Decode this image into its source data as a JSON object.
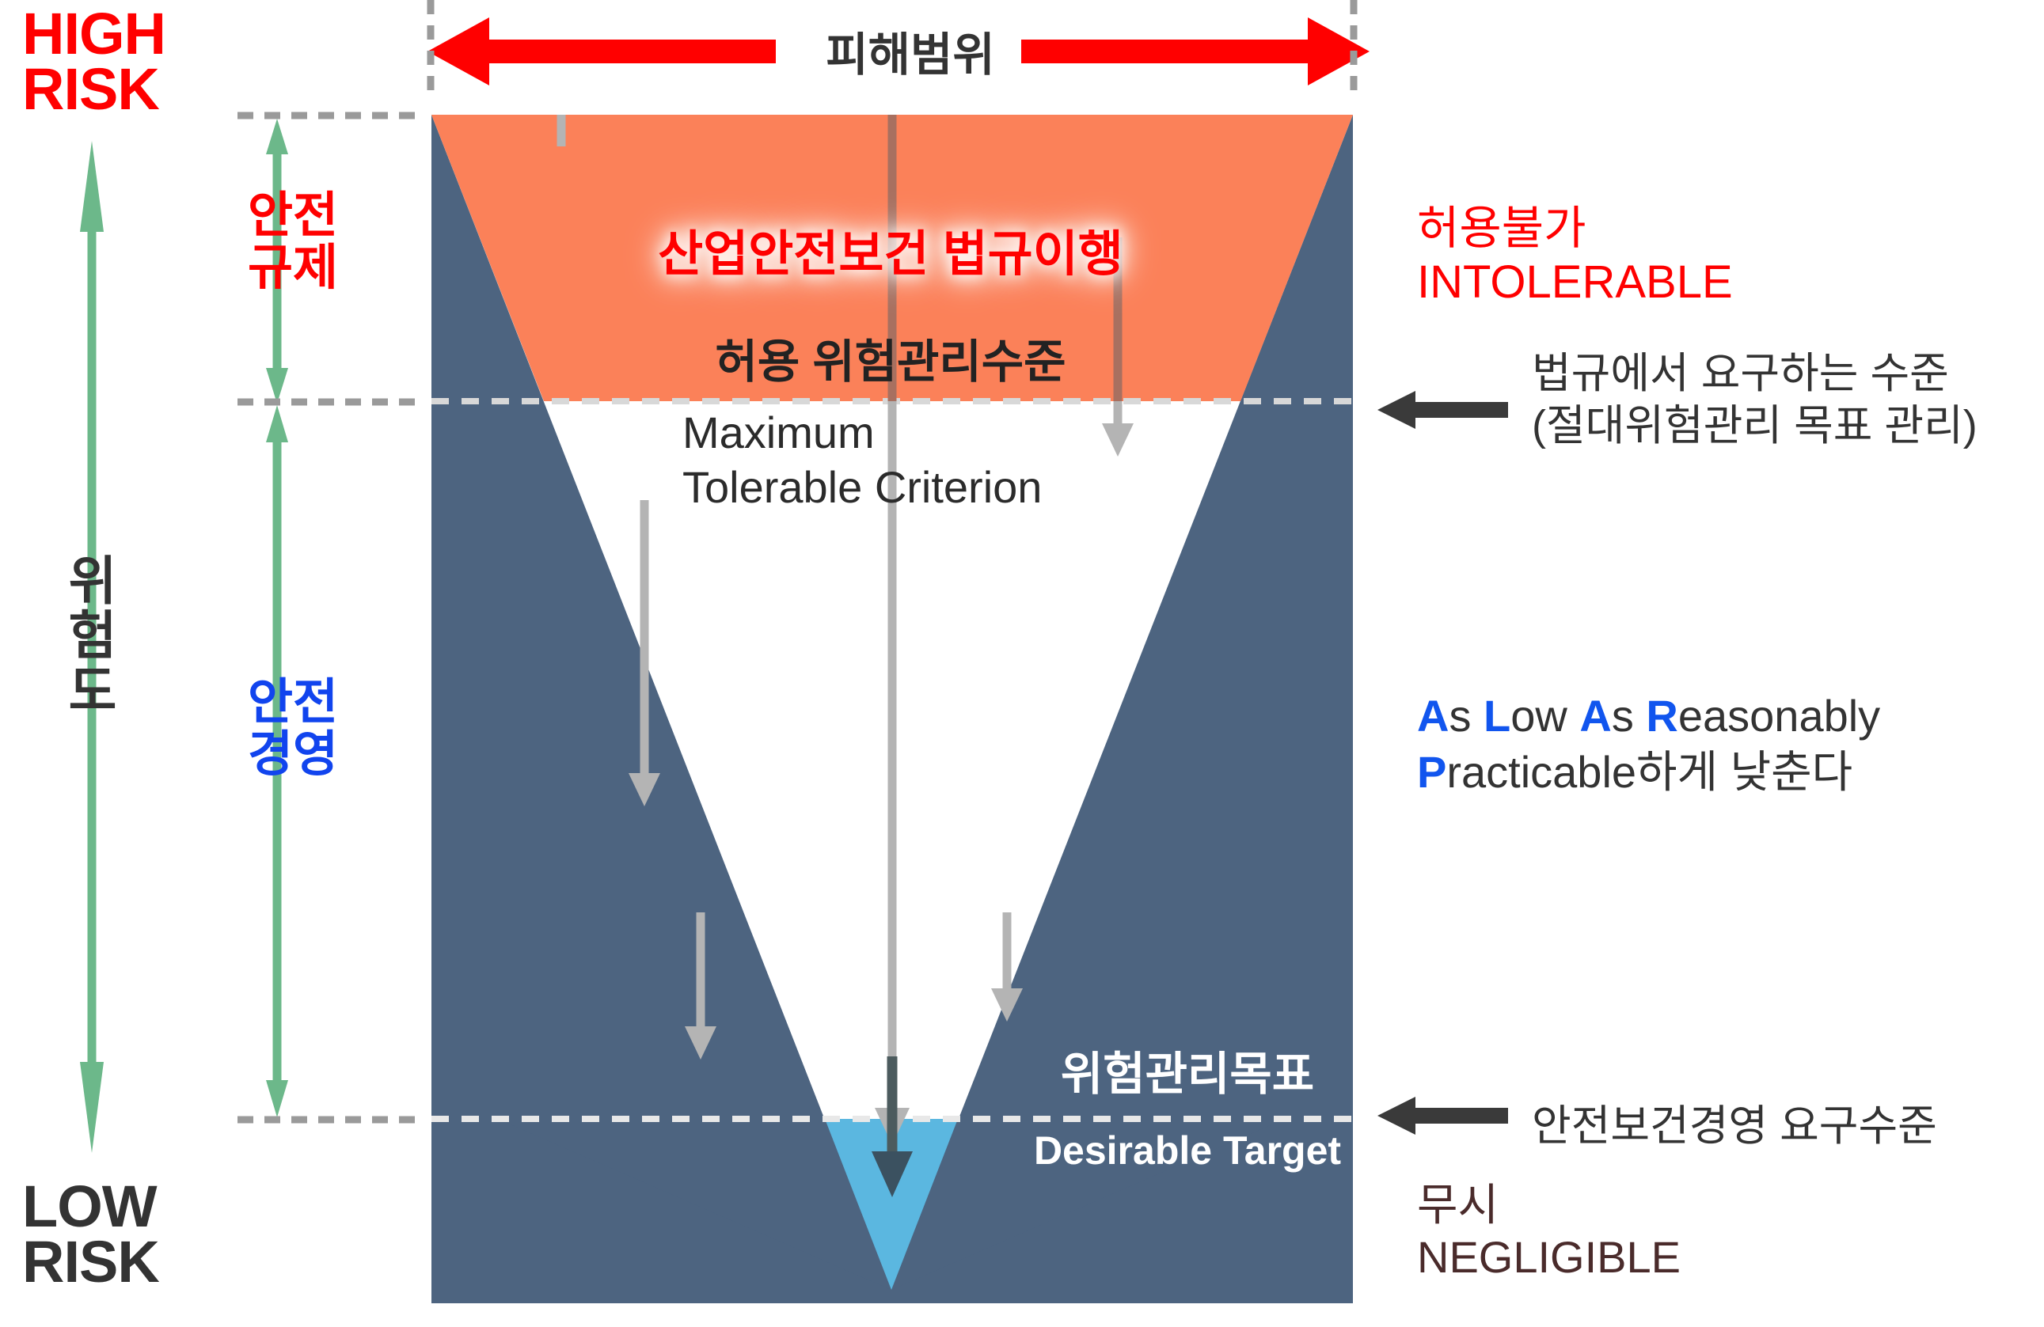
{
  "axis": {
    "high_risk": "HIGH\nRISK",
    "high_risk_lines": [
      "HIGH",
      "RISK"
    ],
    "low_risk_lines": [
      "LOW",
      "RISK"
    ],
    "vertical_label": "위험도",
    "vertical_label_chars": [
      "위",
      "험",
      "도"
    ],
    "high_risk_color": "#ff0000",
    "low_risk_color": "#333333",
    "arrow_color": "#6cb88a"
  },
  "brackets": [
    {
      "label_lines": [
        "안전",
        "규제"
      ],
      "color": "#ff0000",
      "name": "safety-regulation"
    },
    {
      "label_lines": [
        "안전",
        "경영"
      ],
      "color": "#1144ee",
      "name": "safety-management"
    }
  ],
  "top_arrow": {
    "label": "피해범위",
    "color": "#ff0000",
    "label_color": "#333333"
  },
  "funnel": {
    "outer_fill": "#4d6480",
    "top_band_fill": "#fb8159",
    "inner_fill": "#ffffff",
    "target_fill": "#5bb7e0",
    "law_compliance": "산업안전보건 법규이행",
    "allowed_level": "허용 위험관리수준",
    "max_tolerable_criterion_lines": [
      "Maximum",
      "Tolerable Criterion"
    ],
    "risk_target_ko": "위험관리목표",
    "risk_target_en": "Desirable Target"
  },
  "right_annotations": {
    "intolerable_ko": "허용불가",
    "intolerable_en": "INTOLERABLE",
    "intolerable_color": "#ff0000",
    "legal_level_lines": [
      "법규에서 요구하는 수준",
      "(절대위험관리 목표 관리)"
    ],
    "alarp_parts": [
      {
        "cap": "A",
        "rest": "s "
      },
      {
        "cap": "L",
        "rest": "ow "
      },
      {
        "cap": "A",
        "rest": "s "
      },
      {
        "cap": "R",
        "rest": "easonably"
      }
    ],
    "alarp_line1": "As Low As Reasonably",
    "alarp_line2_cap": "P",
    "alarp_line2_rest": "racticable하게 낮춘다",
    "alarp_cap_color": "#1155ee",
    "mgmt_level": "안전보건경영 요구수준",
    "negligible_ko": "무시",
    "negligible_en": "NEGLIGIBLE",
    "negligible_color": "#4a2b2b"
  },
  "dashed_lines": {
    "color": "#9a9a9a",
    "levels": [
      "top-level",
      "maximum-tolerable-level",
      "desirable-target-level"
    ]
  },
  "icons": {
    "green_up_arrow": "arrow-up-icon",
    "green_down_arrow": "arrow-down-icon",
    "red_double_arrow": "double-arrow-horizontal-icon",
    "black_left_arrow": "arrow-left-icon",
    "gray_down_arrow": "arrow-down-icon"
  }
}
